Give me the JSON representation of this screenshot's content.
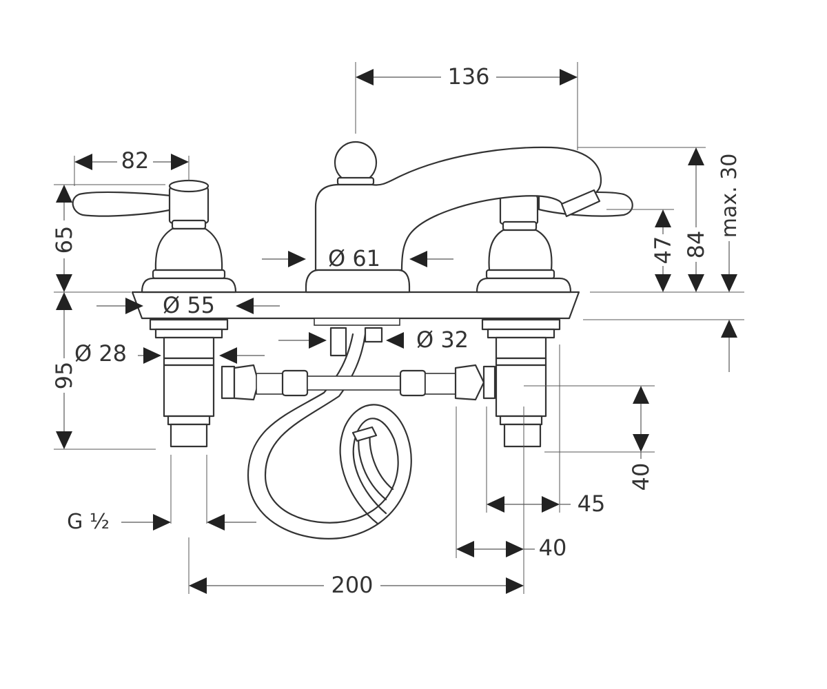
{
  "diagram": {
    "labels": {
      "d136": "136",
      "d82": "82",
      "d65": "65",
      "d95": "95",
      "dia61": "Ø 61",
      "dia55": "Ø 55",
      "dia28": "Ø 28",
      "dia32": "Ø 32",
      "d47": "47",
      "d84": "84",
      "max30": "max. 30",
      "d40v": "40",
      "d45": "45",
      "d40h": "40",
      "d200": "200",
      "thread": "G ½"
    },
    "colors": {
      "outline": "#333333",
      "dimension": "#555555",
      "background": "#ffffff"
    }
  }
}
